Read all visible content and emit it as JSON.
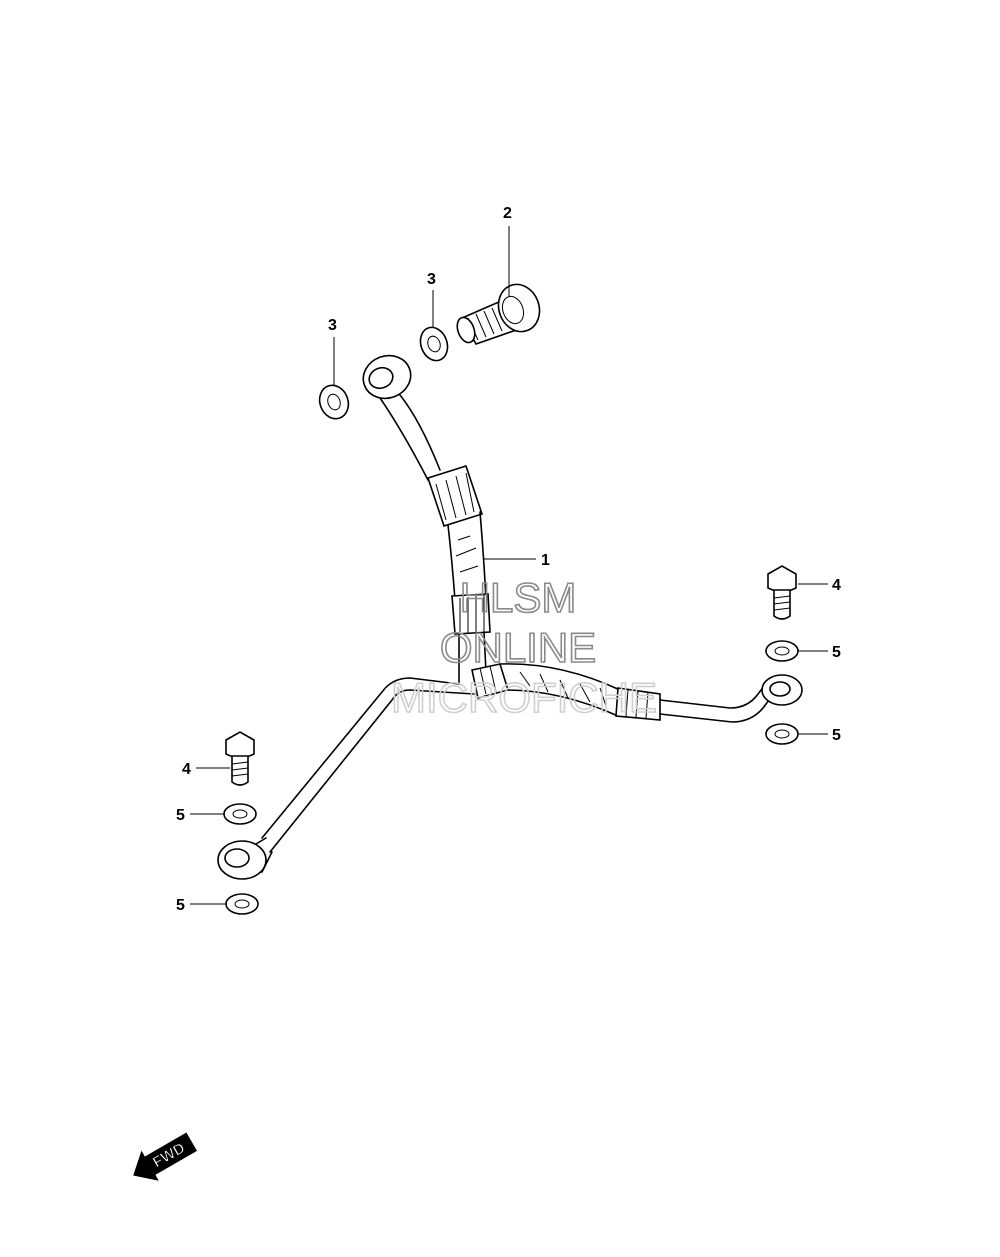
{
  "diagram": {
    "parts": [
      {
        "id": "hose",
        "number": "1"
      },
      {
        "id": "union-bolt",
        "number": "2"
      },
      {
        "id": "gasket-upper-right",
        "number": "3"
      },
      {
        "id": "gasket-upper-left",
        "number": "3"
      },
      {
        "id": "bolt-right",
        "number": "4"
      },
      {
        "id": "bolt-left",
        "number": "4"
      },
      {
        "id": "washer-right-top",
        "number": "5"
      },
      {
        "id": "washer-right-bottom",
        "number": "5"
      },
      {
        "id": "washer-left-top",
        "number": "5"
      },
      {
        "id": "washer-left-bottom",
        "number": "5"
      }
    ],
    "watermark": [
      "HLSM",
      "ONLINE",
      "MICROFICHE"
    ],
    "direction_arrow": "FWD"
  }
}
